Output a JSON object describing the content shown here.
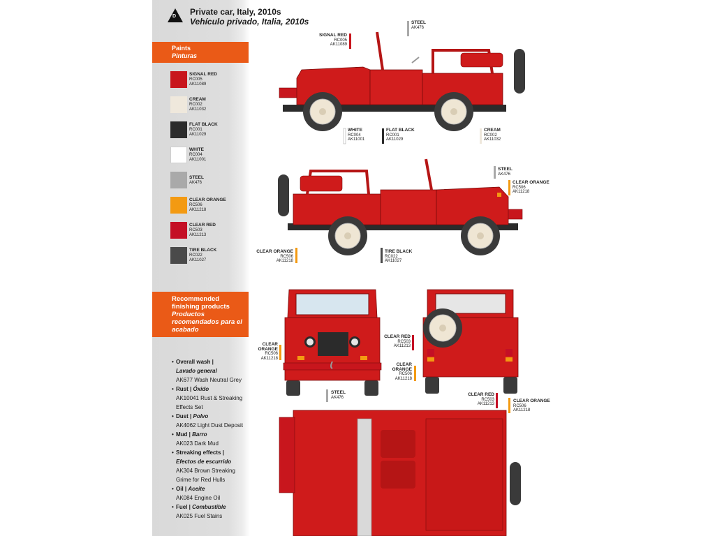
{
  "header": {
    "badge": "D",
    "title_en": "Private car, Italy, 2010s",
    "title_es": "Vehículo privado, Italia, 2010s"
  },
  "paints_header": {
    "en": "Paints",
    "es": "Pinturas"
  },
  "paints": [
    {
      "name": "SIGNAL RED",
      "code1": "RC005",
      "code2": "AK11089",
      "color": "#c8161d"
    },
    {
      "name": "CREAM",
      "code1": "RC002",
      "code2": "AK11032",
      "color": "#efe8dc"
    },
    {
      "name": "FLAT BLACK",
      "code1": "RC001",
      "code2": "AK11029",
      "color": "#2b2b2b"
    },
    {
      "name": "WHITE",
      "code1": "RC004",
      "code2": "AK11001",
      "color": "#ffffff"
    },
    {
      "name": "STEEL",
      "code1": "AK476",
      "code2": "",
      "color": "#a9a9a9"
    },
    {
      "name": "CLEAR ORANGE",
      "code1": "RC506",
      "code2": "AK11218",
      "color": "#f39a12"
    },
    {
      "name": "CLEAR RED",
      "code1": "RC503",
      "code2": "AK11213",
      "color": "#c40f25"
    },
    {
      "name": "TIRE BLACK",
      "code1": "RC022",
      "code2": "AK11027",
      "color": "#4a4a4a"
    }
  ],
  "finishing_header": {
    "en": "Recommended finishing products",
    "es": "Productos recomendados para el acabado"
  },
  "finishing": [
    {
      "title": "Overall wash |",
      "title_es": "Lavado general",
      "product": "AK677 Wash Neutral Grey"
    },
    {
      "title": "Rust |",
      "title_es": "Óxido",
      "product": "AK10041 Rust & Streaking Effects Set"
    },
    {
      "title": "Dust |",
      "title_es": "Polvo",
      "product": "AK4062 Light Dust Deposit"
    },
    {
      "title": "Mud |",
      "title_es": "Barro",
      "product": "AK023 Dark Mud"
    },
    {
      "title": "Streaking effects |",
      "title_es": "Efectos de escurrido",
      "product": "AK304 Brown Streaking Grime for Red Hulls"
    },
    {
      "title": "Oil |",
      "title_es": "Aceite",
      "product": "AK084 Engine Oil"
    },
    {
      "title": "Fuel |",
      "title_es": "Combustible",
      "product": "AK025 Fuel Stains"
    }
  ],
  "callouts": {
    "signal_red_top": {
      "name": "SIGNAL RED",
      "c1": "RC005",
      "c2": "AK11089"
    },
    "steel_top": {
      "name": "STEEL",
      "c1": "AK476"
    },
    "white_1": {
      "name": "WHITE",
      "c1": "RC004",
      "c2": "AK11001"
    },
    "flat_black_1": {
      "name": "FLAT BLACK",
      "c1": "RC001",
      "c2": "AK11029"
    },
    "cream_1": {
      "name": "CREAM",
      "c1": "RC002",
      "c2": "AK11032"
    },
    "steel_2": {
      "name": "STEEL",
      "c1": "AK476"
    },
    "clear_orange_2r": {
      "name": "CLEAR ORANGE",
      "c1": "RC506",
      "c2": "AK11218"
    },
    "clear_orange_2l": {
      "name": "CLEAR ORANGE",
      "c1": "RC506",
      "c2": "AK11218"
    },
    "tire_black_2": {
      "name": "TIRE BLACK",
      "c1": "RC022",
      "c2": "AK11027"
    },
    "clear_orange_front": {
      "name": "CLEAR ORANGE",
      "c1": "RC506",
      "c2": "AK11218"
    },
    "steel_front": {
      "name": "STEEL",
      "c1": "AK476"
    },
    "clear_red_rear1": {
      "name": "CLEAR RED",
      "c1": "RC503",
      "c2": "AK11213"
    },
    "clear_orange_rear": {
      "name": "CLEAR ORANGE",
      "c1": "RC506",
      "c2": "AK11218"
    },
    "clear_red_rear2": {
      "name": "CLEAR RED",
      "c1": "RC503",
      "c2": "AK11213"
    },
    "clear_orange_rear2": {
      "name": "CLEAR ORANGE",
      "c1": "RC506",
      "c2": "AK11218"
    }
  },
  "colors": {
    "accent": "#ea5a17",
    "body_red": "#cf1b1b"
  }
}
